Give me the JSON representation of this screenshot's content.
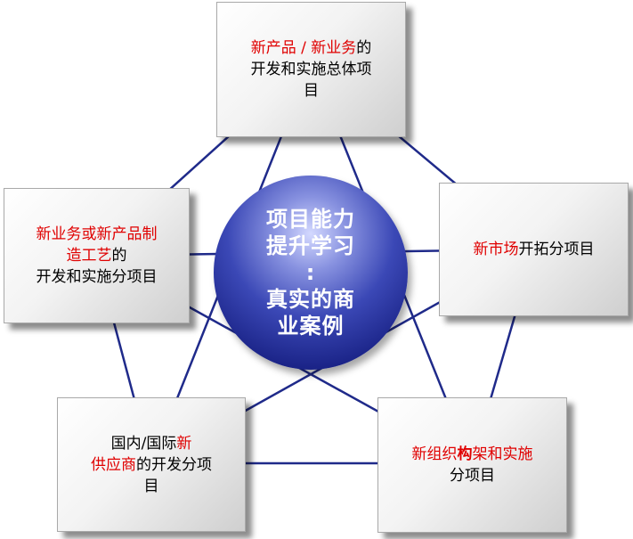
{
  "center": {
    "line1": "项目能力",
    "line2": "提升学习",
    "line3": ":",
    "line4": "真实的商",
    "line5": "业案例"
  },
  "boxes": {
    "top": {
      "l1_red": "新产品 / 新业务",
      "l1_black": "的",
      "l2": "开发和实施总体项",
      "l3": "目"
    },
    "left": {
      "l1_red": "新业务或新产品制",
      "l2_red": "造工艺",
      "l2_black": "的",
      "l3": "开发和实施分项目"
    },
    "right": {
      "l1_red": "新市场",
      "l1_black": "开拓分项目"
    },
    "bottom_left": {
      "l1_black": "国内/国际",
      "l1_red": "新",
      "l2_red": "供应商",
      "l2_black": "的开发分项",
      "l3": "目"
    },
    "bottom_right": {
      "l1_red1": "新组织",
      "l1_bold": "构",
      "l1_red2": "架和实施",
      "l2": "分项目"
    }
  },
  "colors": {
    "line": "#1f2a8a",
    "highlight": "#e00000",
    "circle": "#2a35a0"
  }
}
